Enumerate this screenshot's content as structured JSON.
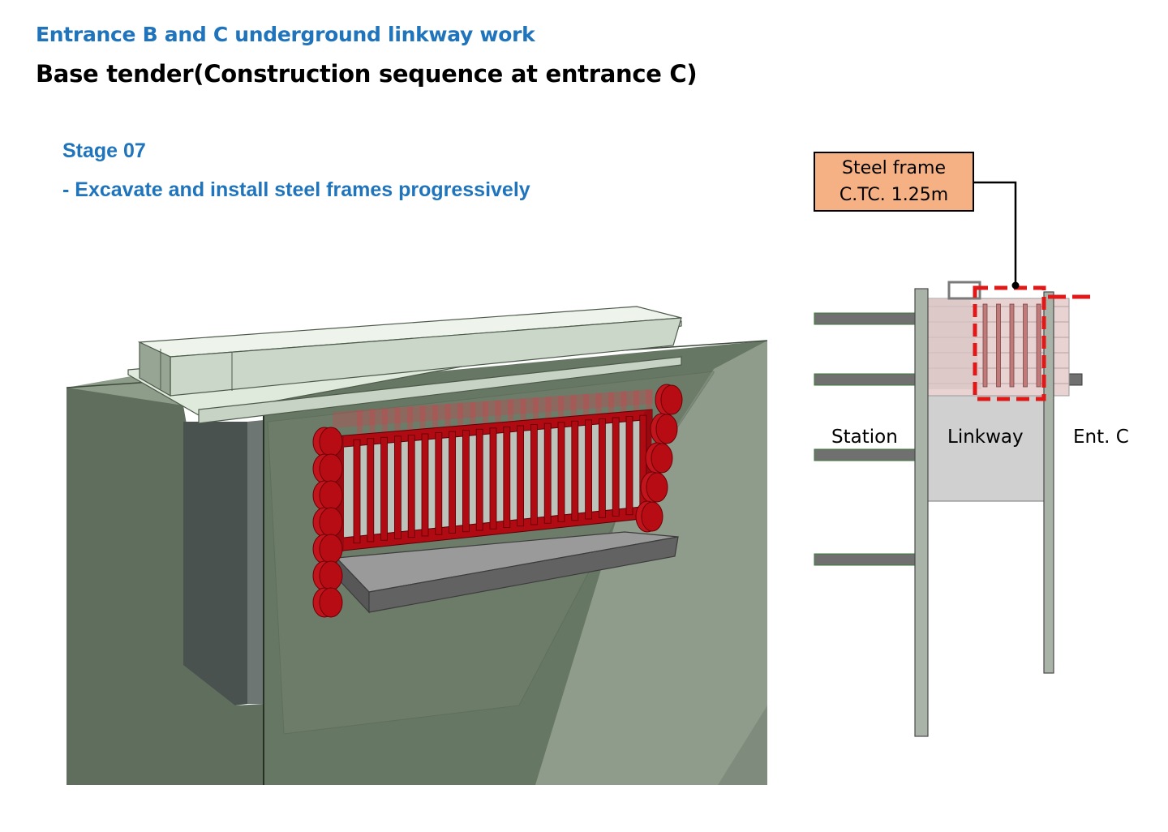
{
  "header": {
    "project_title": "Entrance B and C underground linkway work",
    "subtitle": "Base tender(Construction sequence at entrance C)"
  },
  "stage": {
    "title": "Stage 07",
    "description": "- Excavate and install steel frames progressively"
  },
  "callout": {
    "line1": "Steel frame",
    "line2": "C.TC. 1.25m"
  },
  "section_labels": {
    "left": "Station",
    "middle": "Linkway",
    "right": "Ent. C"
  },
  "colors": {
    "title_blue": "#1f74bc",
    "callout_fill": "#f5b183",
    "steel_red": "#b00a12",
    "highlight_dash": "#e01818",
    "wall_gray": "#a9b3a5",
    "soil_green": "#6b7c68"
  }
}
